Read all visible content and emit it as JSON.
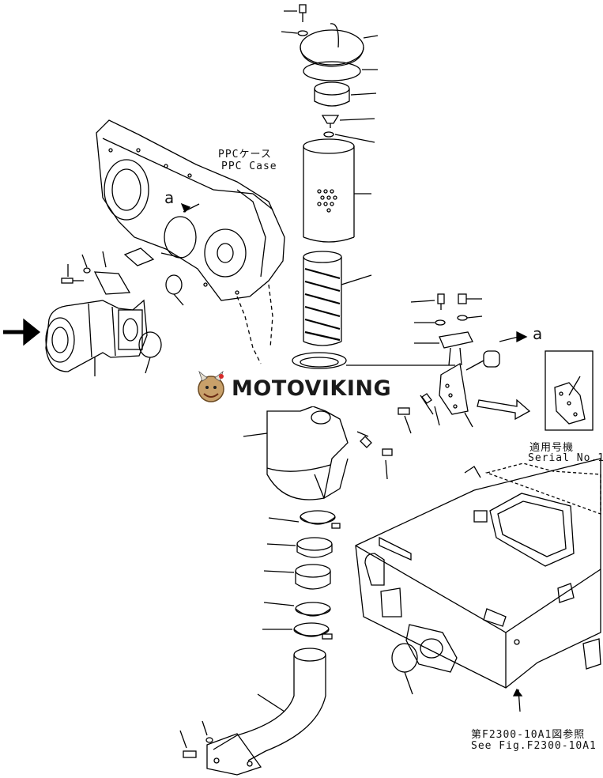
{
  "labels": {
    "ppc_case_jp": "PPCケース",
    "ppc_case_en": "PPC Case",
    "arrow_a_top": "a",
    "arrow_a_right": "a",
    "serial_jp": "適用号機",
    "serial_en": "Serial No.1",
    "see_fig_jp": "第F2300-10A1図参照",
    "see_fig_en": "See Fig.F2300-10A1"
  },
  "watermark": {
    "text": "MOTOVIKING",
    "logo": "viking-mascot-icon"
  },
  "colors": {
    "line": "#000000",
    "watermark_text": "#1a1a1a"
  }
}
